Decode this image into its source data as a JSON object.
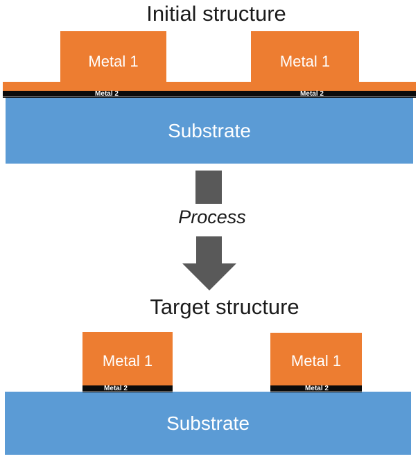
{
  "colors": {
    "metal1_orange": "#ED7D31",
    "metal2_black": "#0B0B0B",
    "substrate_blue": "#5B9BD5",
    "arrow_gray": "#595959",
    "text_dark": "#1B1B1B",
    "text_light": "#FFFFFF"
  },
  "initial": {
    "title": "Initial structure",
    "metal1_left": "Metal 1",
    "metal1_right": "Metal 1",
    "metal2_left": "Metal 2",
    "metal2_right": "Metal 2",
    "substrate": "Substrate"
  },
  "process": {
    "label": "Process"
  },
  "target": {
    "title": "Target structure",
    "metal1_left": "Metal 1",
    "metal1_right": "Metal 1",
    "metal2_left": "Metal 2",
    "metal2_right": "Metal 2",
    "substrate": "Substrate"
  }
}
